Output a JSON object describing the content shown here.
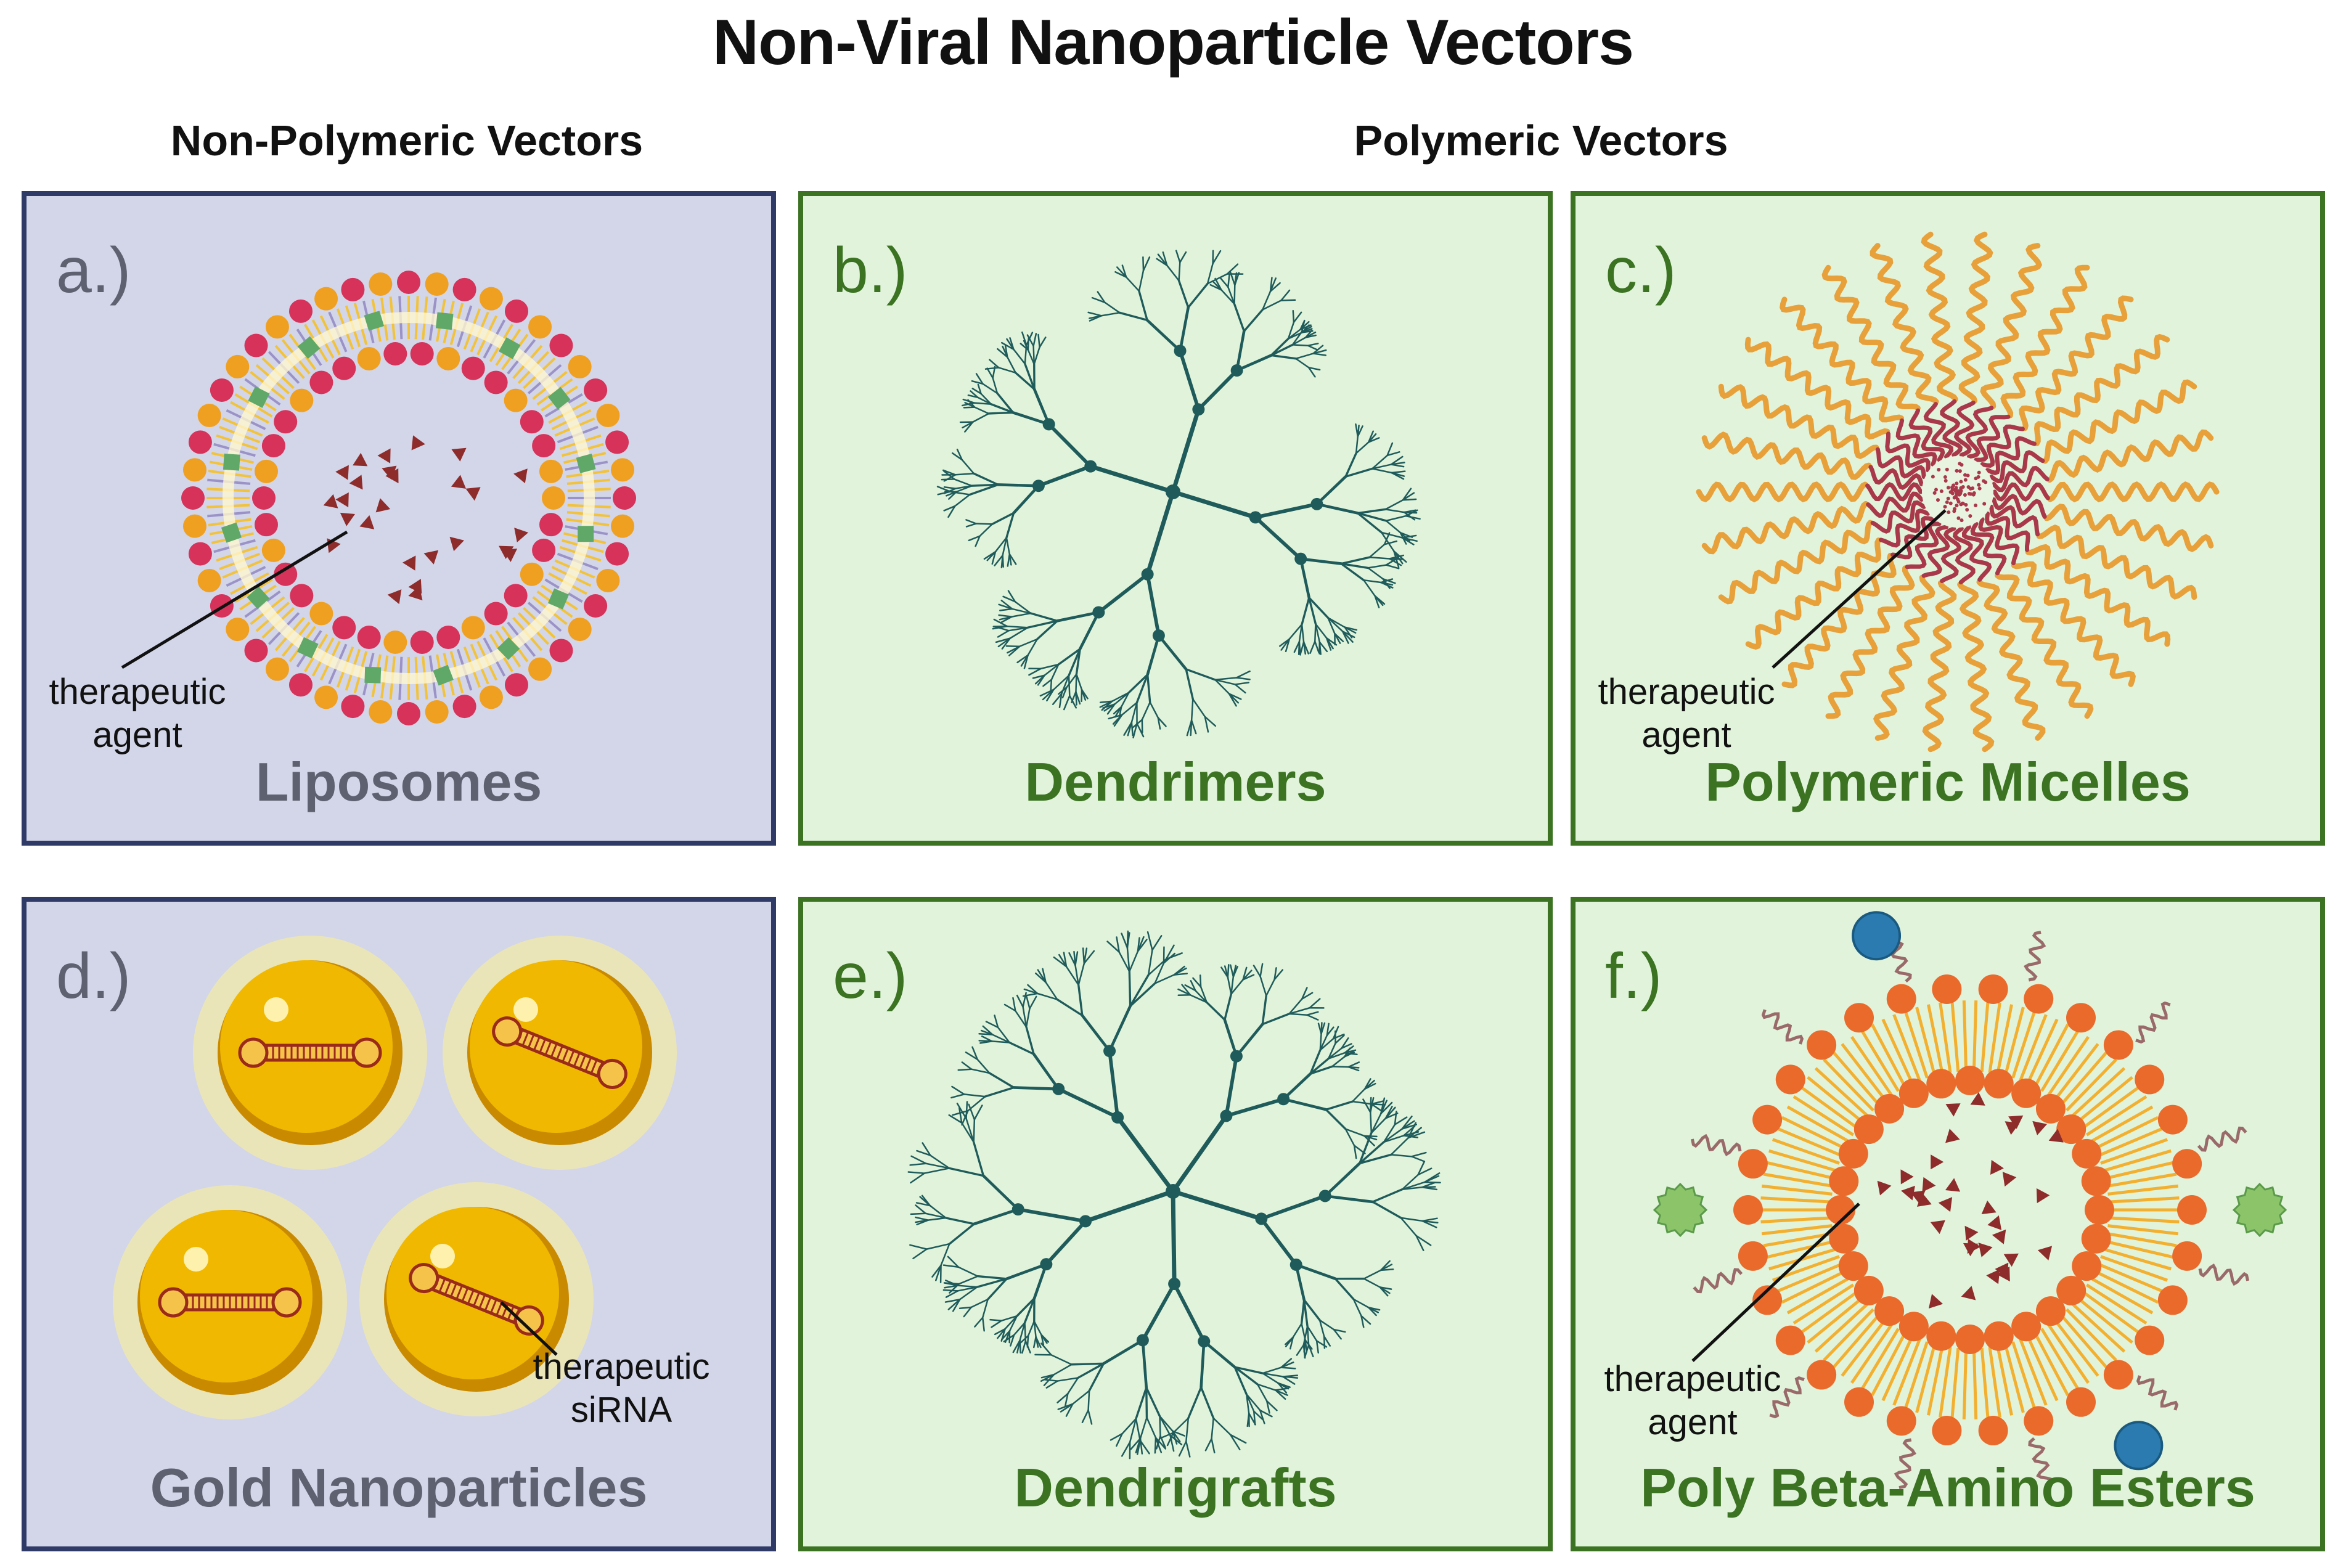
{
  "title": "Non-Viral Nanoparticle Vectors",
  "groups": {
    "non_polymeric": "Non-Polymeric Vectors",
    "polymeric": "Polymeric Vectors"
  },
  "panels": [
    {
      "letter": "a.)",
      "name": "Liposomes",
      "callout": [
        "therapeutic",
        "agent"
      ]
    },
    {
      "letter": "b.)",
      "name": "Dendrimers"
    },
    {
      "letter": "c.)",
      "name": "Polymeric Micelles",
      "callout": [
        "therapeutic",
        "agent"
      ]
    },
    {
      "letter": "d.)",
      "name": "Gold Nanoparticles",
      "callout": [
        "therapeutic",
        "siRNA"
      ]
    },
    {
      "letter": "e.)",
      "name": "Dendrigrafts"
    },
    {
      "letter": "f.)",
      "name": "Poly Beta-Amino Esters",
      "callout": [
        "therapeutic",
        "agent"
      ]
    }
  ],
  "colors": {
    "non_polymeric_bg": "#d2d6e8",
    "non_polymeric_border": "#2f3a66",
    "polymeric_bg": "#e1f4db",
    "polymeric_border": "#3b7322",
    "lipid_head_red": "#d6325a",
    "lipid_head_orange": "#f0a020",
    "drug_triangle": "#8e2c2c",
    "dendrimer": "#1f5b5b",
    "micelle_outer": "#e8a03a",
    "micelle_inner": "#a8384a",
    "gold": "#f0b800",
    "pbae_head": "#ea6a2c",
    "pbae_tail": "#f3b030"
  },
  "icons": [
    "liposome-icon",
    "dendrimer-icon",
    "micelle-icon",
    "gold-nanoparticle-icon",
    "dendrigraft-icon",
    "pbae-nanoparticle-icon"
  ]
}
